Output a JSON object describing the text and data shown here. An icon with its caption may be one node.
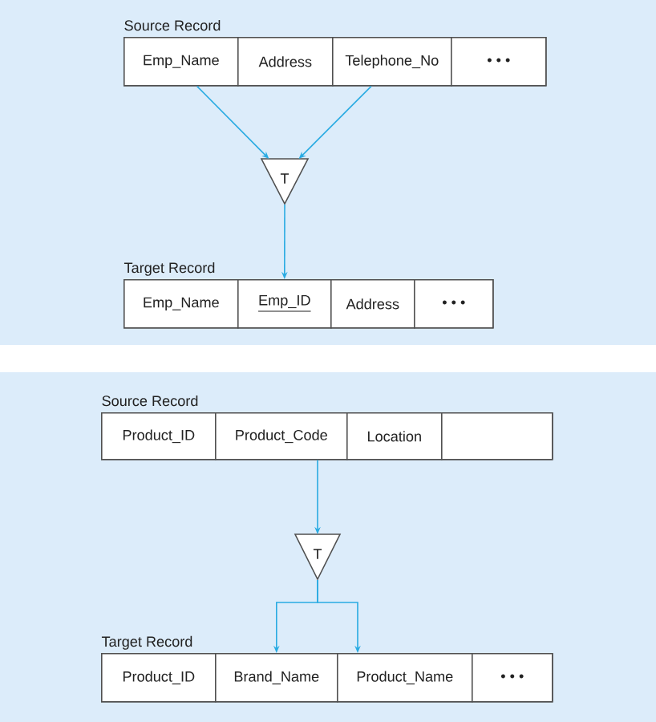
{
  "diagram": {
    "nodes": [
      {
        "text": [
          "Source Record"
        ]
      },
      {
        "text": [
          "Emp_Name"
        ],
        "in": 0
      },
      {
        "text": [
          "Address"
        ],
        "in": 0
      },
      {
        "text": [
          "Telephone_No"
        ],
        "in": 0
      },
      {
        "text": [
          "• • •"
        ],
        "in": 0
      },
      {
        "text": [
          "T"
        ]
      },
      {
        "text": [
          "Target Record"
        ]
      },
      {
        "text": [
          "Emp_Name"
        ],
        "in": 6
      },
      {
        "text": [
          "Emp_ID"
        ],
        "in": 6
      },
      {
        "text": [
          "Address"
        ],
        "in": 6
      },
      {
        "text": [
          "• • •"
        ],
        "in": 6
      },
      {
        "text": [
          "Source Record"
        ]
      },
      {
        "text": [
          "Product_ID"
        ],
        "in": 11
      },
      {
        "text": [
          "Product_Code"
        ],
        "in": 11
      },
      {
        "text": [
          "Location"
        ],
        "in": 11
      },
      {
        "text": [],
        "shape": "box",
        "in": 11
      },
      {
        "text": [
          "T"
        ]
      },
      {
        "text": [
          "Target Record"
        ]
      },
      {
        "text": [
          "Product_ID"
        ],
        "in": 17
      },
      {
        "text": [
          "Brand_Name"
        ],
        "in": 17
      },
      {
        "text": [
          "Product_Name"
        ],
        "in": 17
      },
      {
        "text": [
          "• • •"
        ],
        "in": 17
      }
    ],
    "edges": [
      {
        "from": 1,
        "to": 5,
        "arrow": "to"
      },
      {
        "from": 3,
        "to": 5,
        "arrow": "to"
      },
      {
        "from": 5,
        "to": 8,
        "arrow": "to"
      },
      {
        "from": 13,
        "to": 16,
        "arrow": "to"
      },
      {
        "from": 16,
        "to": 19,
        "arrow": "to"
      },
      {
        "from": 16,
        "to": 20,
        "arrow": "to"
      }
    ]
  }
}
